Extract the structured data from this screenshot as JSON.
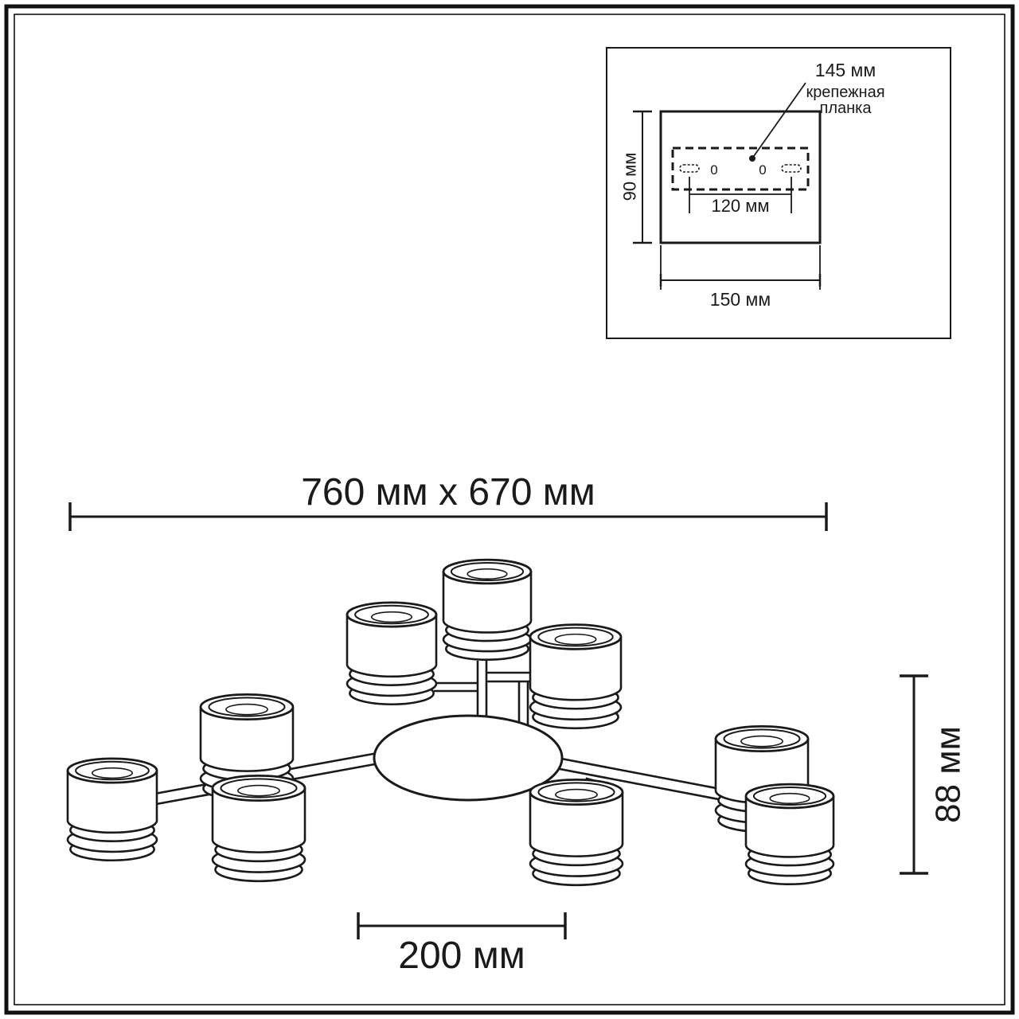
{
  "diagram": {
    "type": "technical-dimension-drawing",
    "line_color": "#1a1a1a",
    "background": "#ffffff"
  },
  "inset": {
    "callout_dimension": "145 мм",
    "callout_label_line1": "крепежная",
    "callout_label_line2": "планка",
    "height_dimension": "90 мм",
    "hole_spacing_dimension": "120 мм",
    "width_dimension": "150 мм",
    "hole_marker_left": "0",
    "hole_marker_right": "0"
  },
  "main": {
    "overall_dimension": "760 мм x 670 мм",
    "height_dimension": "88 мм",
    "shade_dimension": "200 мм"
  }
}
